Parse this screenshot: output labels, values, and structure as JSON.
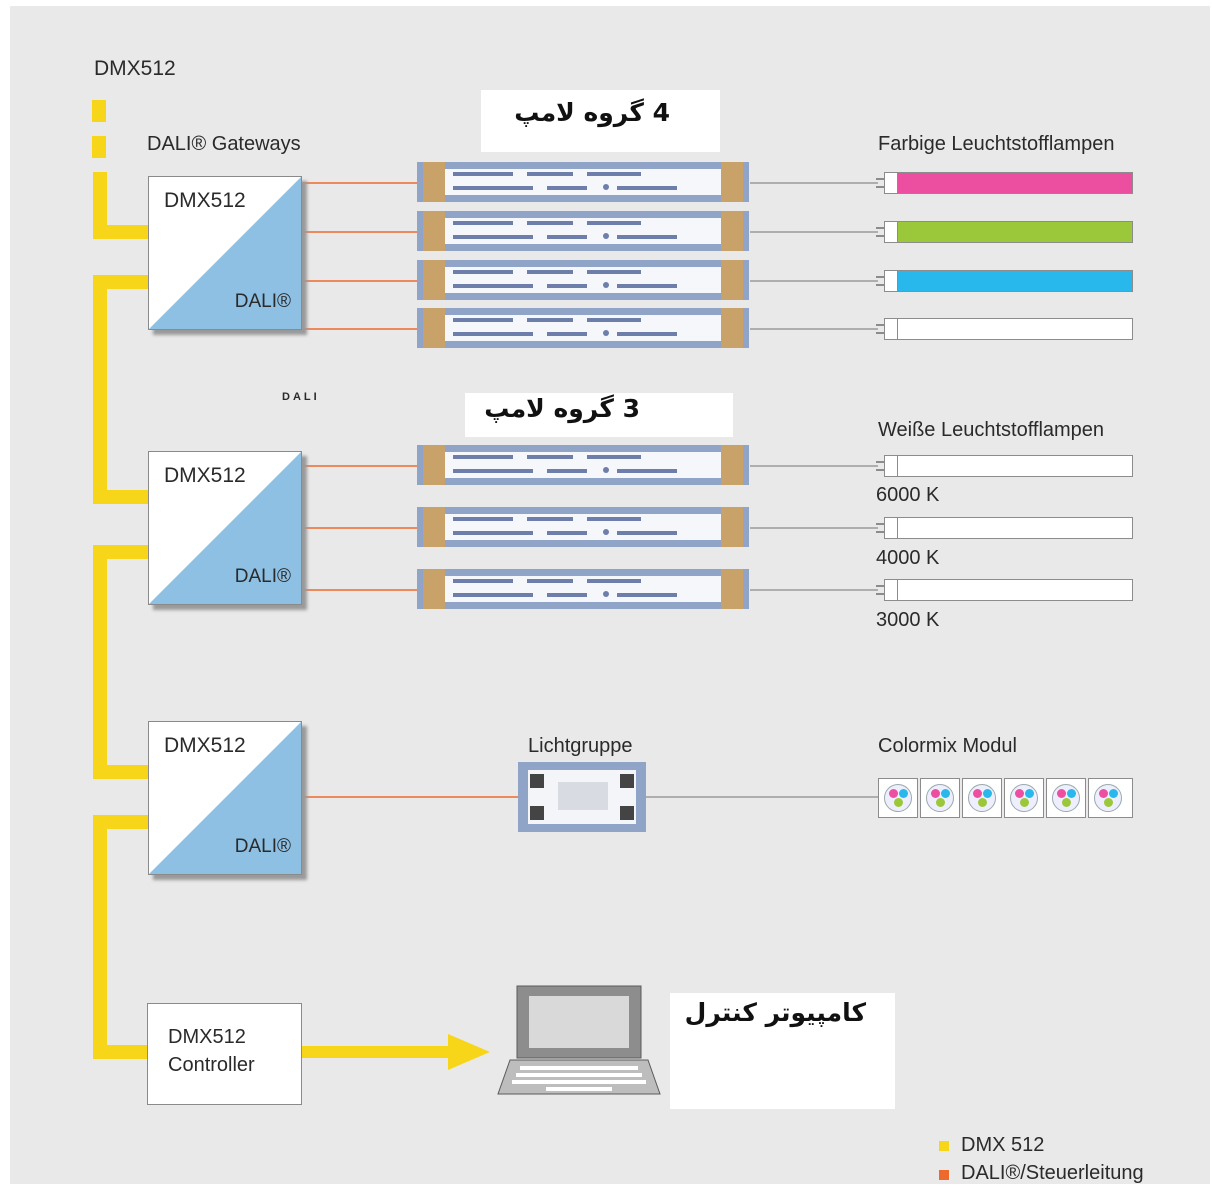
{
  "labels": {
    "dmx_top": "DMX512",
    "gateways": "DALI® Gateways",
    "dali_small": "DALI",
    "arabic_group4": "4 گروه لامپ",
    "arabic_group3": "3 گروه لامپ",
    "arabic_computer": "کامپیوتر کنترل",
    "farbige": "Farbige Leuchtstofflampen",
    "weisse": "Weiße Leuchtstofflampen",
    "k6000": "6000 K",
    "k4000": "4000 K",
    "k3000": "3000 K",
    "lichtgruppe": "Lichtgruppe",
    "colormix": "Colormix Modul"
  },
  "gateways": [
    {
      "top": "DMX512",
      "bottom": "DALI®"
    },
    {
      "top": "DMX512",
      "bottom": "DALI®"
    },
    {
      "top": "DMX512",
      "bottom": "DALI®"
    }
  ],
  "controller": {
    "line1": "DMX512",
    "line2": "Controller"
  },
  "legend": {
    "dmx": {
      "label": "DMX 512",
      "color": "#f7d61a"
    },
    "dali": {
      "label": "DALI®/Steuerleitung",
      "color": "#ee6a2c"
    }
  },
  "colors": {
    "dmx_line": "#f7d61a",
    "dali_line": "#ee6a2c",
    "gateway_fill": "#8ec0e4",
    "tube_pink": "#ec4f9f",
    "tube_green": "#9bc83a",
    "tube_cyan": "#28b8ec",
    "tube_white": "#ffffff"
  }
}
